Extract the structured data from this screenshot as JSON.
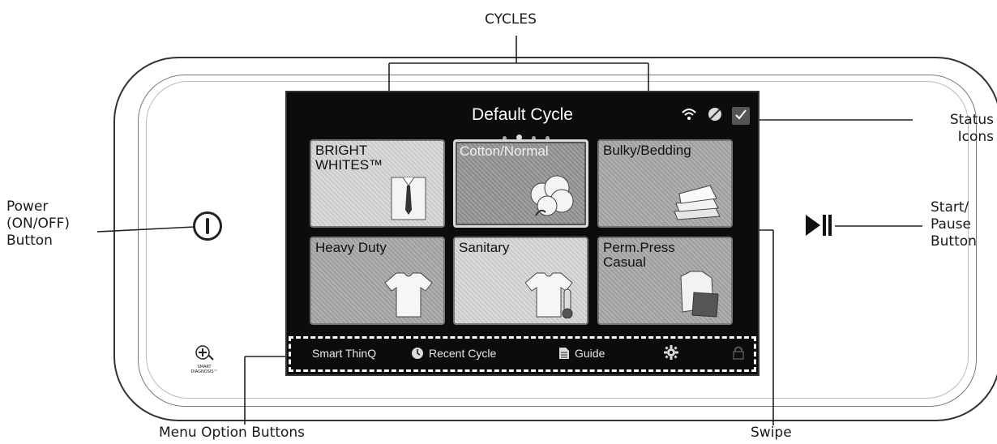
{
  "screen": {
    "title": "Default Cycle",
    "page_dots": 4,
    "active_dot": 2,
    "status_icons": [
      "wifi-icon",
      "remote-icon",
      "check-icon"
    ]
  },
  "cycles": [
    {
      "label": "BRIGHT\nWHITES™",
      "icon": "shirt-tie-icon"
    },
    {
      "label": "Cotton/Normal",
      "icon": "cotton-icon",
      "selected": true
    },
    {
      "label": "Bulky/Bedding",
      "icon": "bedding-icon"
    },
    {
      "label": "Heavy Duty",
      "icon": "tshirt-icon"
    },
    {
      "label": "Sanitary",
      "icon": "tshirt-thermometer-icon"
    },
    {
      "label": "Perm.Press\nCasual",
      "icon": "jacket-icon"
    }
  ],
  "menu": {
    "smart_thinq": "Smart ThinQ",
    "recent_cycle": "Recent Cycle",
    "guide": "Guide",
    "settings_icon": "gear-icon",
    "lock_icon": "lock-icon"
  },
  "callouts": {
    "cycles": "CYCLES",
    "status_icons": "Status\nIcons",
    "power": "Power\n(ON/OFF)\nButton",
    "start_pause": "Start/\nPause\nButton",
    "menu_options": "Menu Option Buttons",
    "swipe": "Swipe"
  },
  "smart_diagnosis": {
    "icon": "smart-diagnosis-icon",
    "label": "SMART\nDIAGNOSIS™"
  }
}
